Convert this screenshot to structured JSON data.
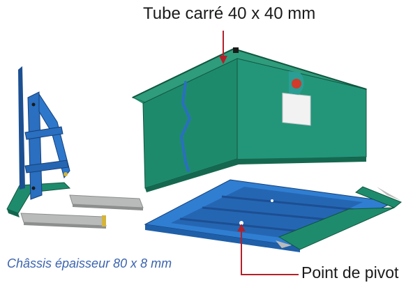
{
  "labels": {
    "tube": "Tube carré 40 x 40 mm",
    "pivot": "Point de pivot",
    "chassis": "Châssis épaisseur 80 x 8 mm"
  },
  "colors": {
    "box_green": "#1f8a6e",
    "box_green_dark": "#15684f",
    "box_green_light": "#38a585",
    "frame_blue": "#2a6fc0",
    "frame_blue_dark": "#1c4f92",
    "fork_grey": "#a6a8a8",
    "callout_red": "#b3202a",
    "text_blue": "#3a63ae"
  }
}
